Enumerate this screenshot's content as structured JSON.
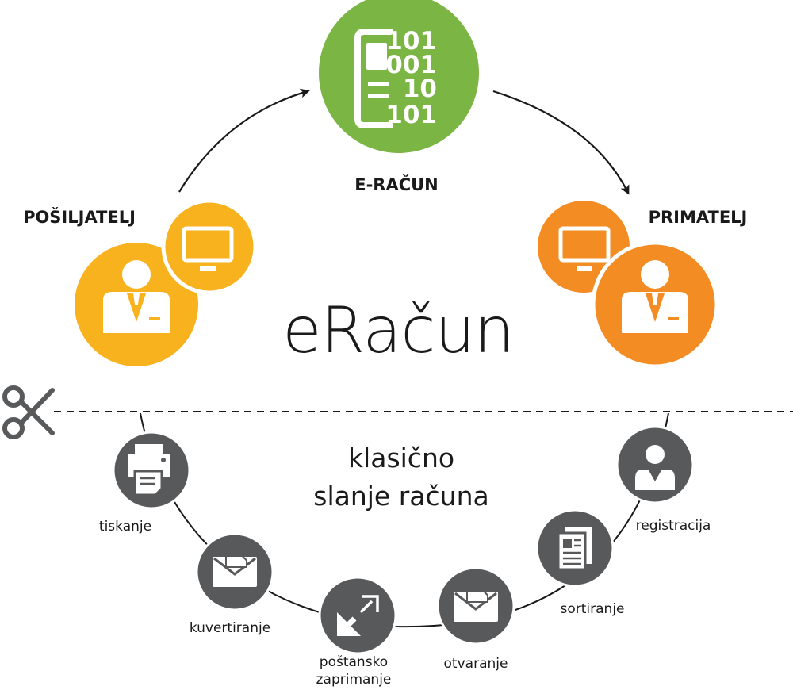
{
  "title": "eRačun",
  "einvoice": {
    "label": "E-RAČUN",
    "binary": [
      "101",
      "001",
      "10",
      "101"
    ],
    "color": "#7bb544"
  },
  "sender": {
    "label": "POŠILJATELJ",
    "color": "#f7b21d"
  },
  "receiver": {
    "label": "PRIMATELJ",
    "color": "#f28c23"
  },
  "classic": {
    "title_line1": "klasično",
    "title_line2": "slanje računa",
    "icon_color": "#58595b",
    "steps": [
      {
        "label": "tiskanje",
        "icon": "printer-icon"
      },
      {
        "label": "kuvertiranje",
        "icon": "envelope-icon"
      },
      {
        "label_line1": "poštansko",
        "label_line2": "zaprimanje",
        "icon": "postal-arrows-icon"
      },
      {
        "label": "otvaranje",
        "icon": "envelope-icon"
      },
      {
        "label": "sortiranje",
        "icon": "documents-icon"
      },
      {
        "label": "registracija",
        "icon": "person-icon"
      }
    ]
  },
  "cut_line_icon": "scissors-icon"
}
